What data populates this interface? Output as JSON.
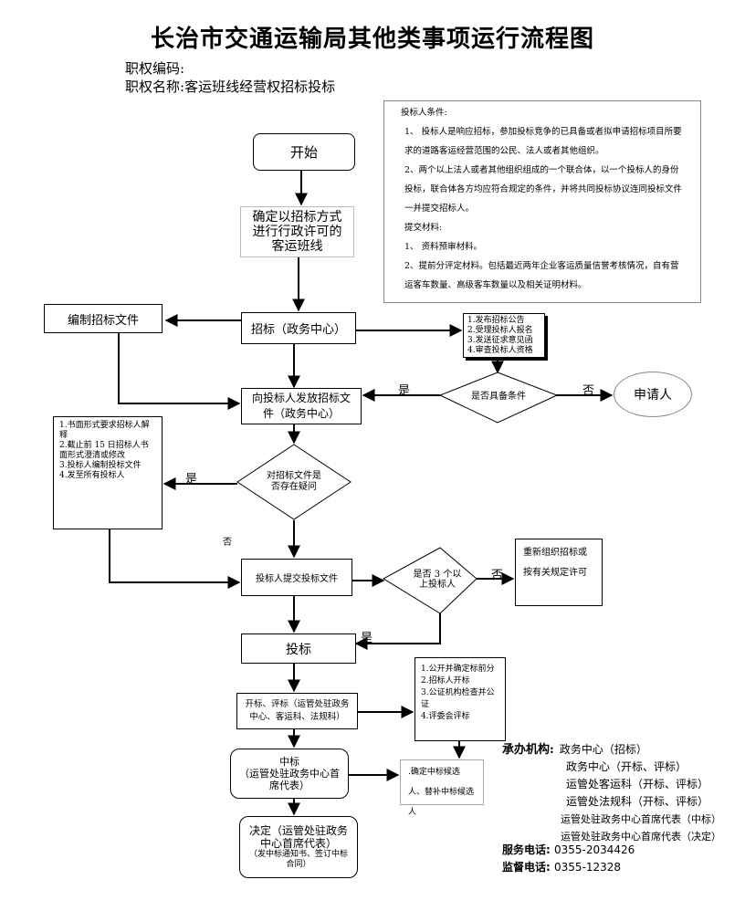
{
  "title": "长治市交通运输局其他类事项运行流程图",
  "meta": {
    "code_label": "职权编码:",
    "name_label": "职权名称:",
    "name_value": "客运班线经营权招标投标"
  },
  "conditions": {
    "heading1": "投标人条件:",
    "item1": "1、    投标人是响应招标，参加投标竞争的已具备或者拟申请招标项目所要求的道路客运经营范围的公民、法人或者其他组织。",
    "item2": "2、两个以上法人或者其他组织组成的一个联合体，以一个投标人的身份投标，联合体各方均应符合规定的条件，并将共同投标协议连同投标文件一并提交招标人。",
    "heading2": "提交材料:",
    "item3": "1、    资料预审材料。",
    "item4": "2、提前分评定材料。包括最近两年企业客运质量信誉考核情况，自有营运客车数量、高级客车数量以及相关证明材料。"
  },
  "nodes": {
    "start": "开始",
    "confirm": "确定以招标方式进行行政许可的客运班线",
    "compile_docs": "编制招标文件",
    "tender": "招标（政务中心）",
    "publish_list": [
      "1.发布招标公告",
      "2.受理投标人报名",
      "3.发送征求意见函",
      "4.审查投标人资格"
    ],
    "qualified": "是否具备条件",
    "applicant": "申请人",
    "issue_docs": "向投标人发放招标文件（政务中心）",
    "questions_list": [
      "1.书面形式要求招标人解释",
      "2.截止前  15  日招标人书面形式澄清或修改",
      "3.投标人编制投标文件",
      "4.发至所有投标人"
    ],
    "doubt": "对招标文件是否存在疑问",
    "submit": "投标人提交投标文件",
    "three_plus": "是否 3 个以上投标人",
    "reorganize": "重新组织招标或按有关规定许可",
    "bid": "投标",
    "open_list": [
      "1.公开并确定标前分",
      "2.招标人开标",
      "3.公证机构检查并公证",
      "4.评委会评标"
    ],
    "open_eval": "开标、评标（运管处驻政务中心、客运科、法规科）",
    "win_title": "中标",
    "win_sub": "（运管处驻政务中心首席代表）",
    "candidates": ".确定中标候选人、替补中标候选人",
    "decide_title": "决定（运管处驻政务中心首席代表）",
    "decide_sub": "（发中标通知书、签订中标合同）"
  },
  "labels": {
    "yes": "是",
    "no": "否"
  },
  "orgs": {
    "label": "承办机构:",
    "items": [
      "政务中心（招标）",
      "政务中心（开标、评标）",
      "运管处客运科（开标、评标）",
      "运管处法规科（开标、评标）",
      "运管处驻政务中心首席代表（中标）",
      "运管处驻政务中心首席代表（决定）"
    ]
  },
  "contact": {
    "service_label": "服务电话:",
    "service_value": "0355-2034426",
    "supervise_label": "监督电话:",
    "supervise_value": "0355-12328"
  }
}
